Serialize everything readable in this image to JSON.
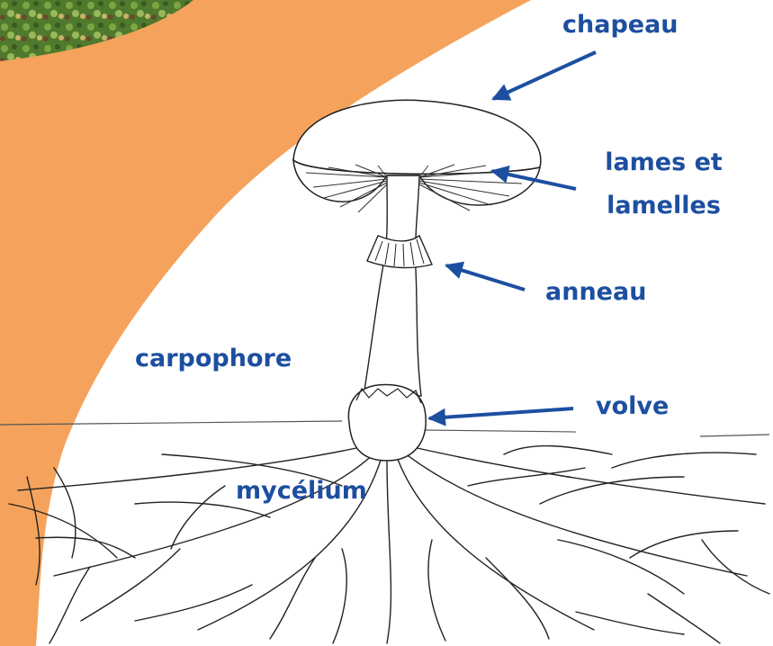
{
  "colors": {
    "background": "#ffffff",
    "orange_band": "#f5a35c",
    "moss": "#4f7a2d",
    "label": "#1d4fa0",
    "ink": "#222222"
  },
  "labels": {
    "chapeau": "chapeau",
    "lames_line1": "lames et",
    "lames_line2": "lamelles",
    "anneau": "anneau",
    "carpophore": "carpophore",
    "volve": "volve",
    "mycelium": "mycélium"
  }
}
